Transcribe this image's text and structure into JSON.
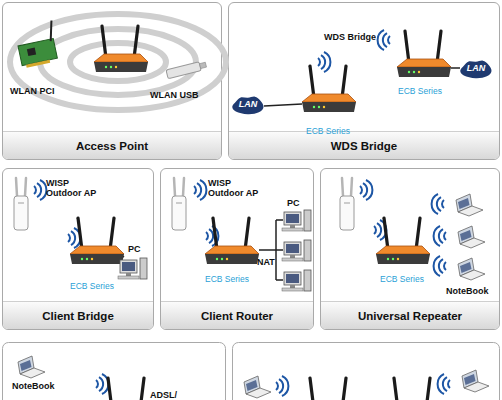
{
  "diagram": {
    "nodes": [
      {
        "text": [
          "Access Point"
        ]
      },
      {
        "text": [
          "WDS Bridge"
        ]
      },
      {
        "text": [
          "LAN"
        ],
        "in": 1
      },
      {
        "text": [
          "LAN"
        ],
        "in": 1
      },
      {
        "text": [
          "Client Bridge"
        ]
      },
      {
        "text": [
          "Client Router"
        ]
      },
      {
        "text": [
          "Universal Repeater"
        ]
      }
    ],
    "labels": [
      "WLAN PCI",
      "WLAN USB",
      "WDS Bridge",
      "ECB Series",
      "ECB Series",
      "WISP Outdoor AP",
      "ECB Series",
      "PC",
      "WISP Outdoor AP",
      "PC",
      "NAT",
      "ECB Series",
      "ECB Series",
      "NoteBook",
      "NoteBook",
      "ADSL/"
    ]
  }
}
